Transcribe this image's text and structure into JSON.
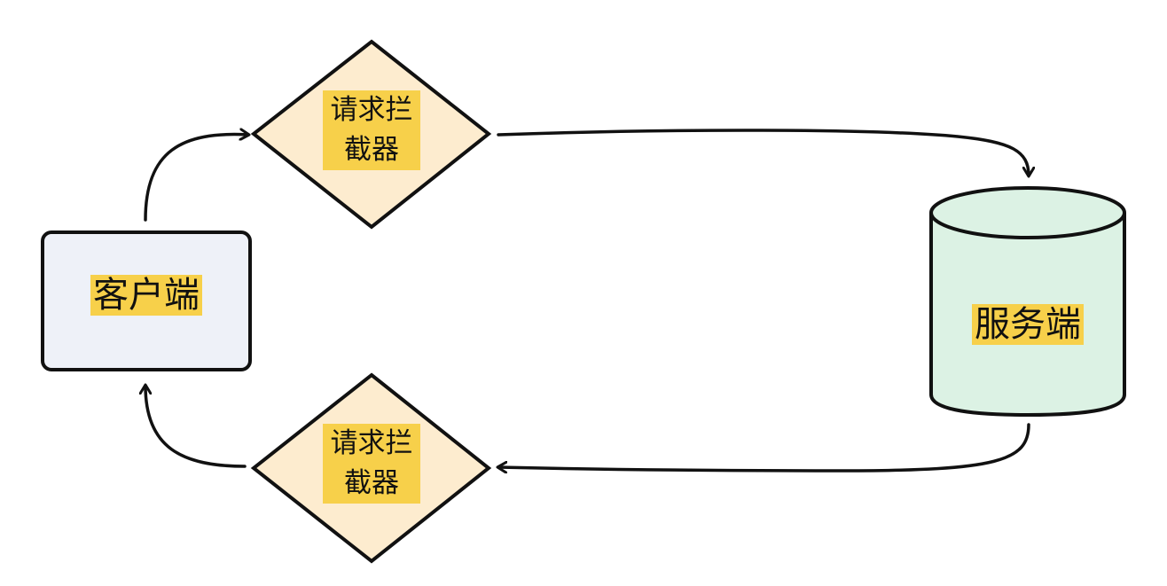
{
  "diagram": {
    "nodes": {
      "client": {
        "label": "客户端"
      },
      "server": {
        "label": "服务端"
      },
      "request_interceptor_top": {
        "line1": "请求拦",
        "line2": "截器"
      },
      "request_interceptor_bottom": {
        "line1": "请求拦",
        "line2": "截器"
      }
    },
    "colors": {
      "client_fill": "#eef1f8",
      "server_fill": "#dcf2e4",
      "interceptor_fill": "#fdeccf",
      "label_highlight": "#f7d04a",
      "stroke": "#111111"
    }
  }
}
